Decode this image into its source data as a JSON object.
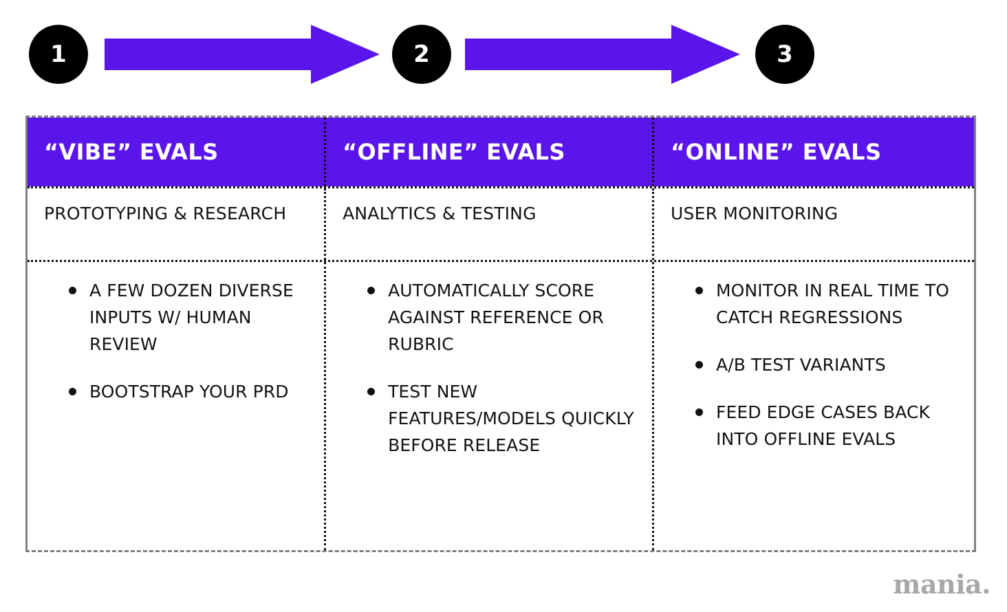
{
  "colors": {
    "accent_purple": "#5A15EB",
    "step_circle": "#000000",
    "text": "#111111",
    "border_gray": "#808080",
    "watermark_gray": "#a8a8a8"
  },
  "steps": [
    {
      "number": "1"
    },
    {
      "number": "2"
    },
    {
      "number": "3"
    }
  ],
  "arrows": [
    {
      "name": "arrow-step-1-to-2"
    },
    {
      "name": "arrow-step-2-to-3"
    }
  ],
  "table": {
    "columns": [
      {
        "header": "“VIBE” EVALS",
        "subtitle": "PROTOTYPING & RESEARCH",
        "bullets": [
          "A FEW DOZEN DIVERSE INPUTS W/ HUMAN REVIEW",
          "BOOTSTRAP YOUR PRD"
        ]
      },
      {
        "header": "“OFFLINE” EVALS",
        "subtitle": "ANALYTICS & TESTING",
        "bullets": [
          "AUTOMATICALLY SCORE AGAINST REFERENCE OR RUBRIC",
          "TEST NEW FEATURES/MODELS QUICKLY BEFORE RELEASE"
        ]
      },
      {
        "header": "“ONLINE” EVALS",
        "subtitle": "USER MONITORING",
        "bullets": [
          "MONITOR IN REAL TIME TO CATCH REGRESSIONS",
          "A/B TEST VARIANTS",
          "FEED EDGE CASES BACK INTO OFFLINE EVALS"
        ]
      }
    ]
  },
  "watermark": {
    "text": "mania."
  }
}
